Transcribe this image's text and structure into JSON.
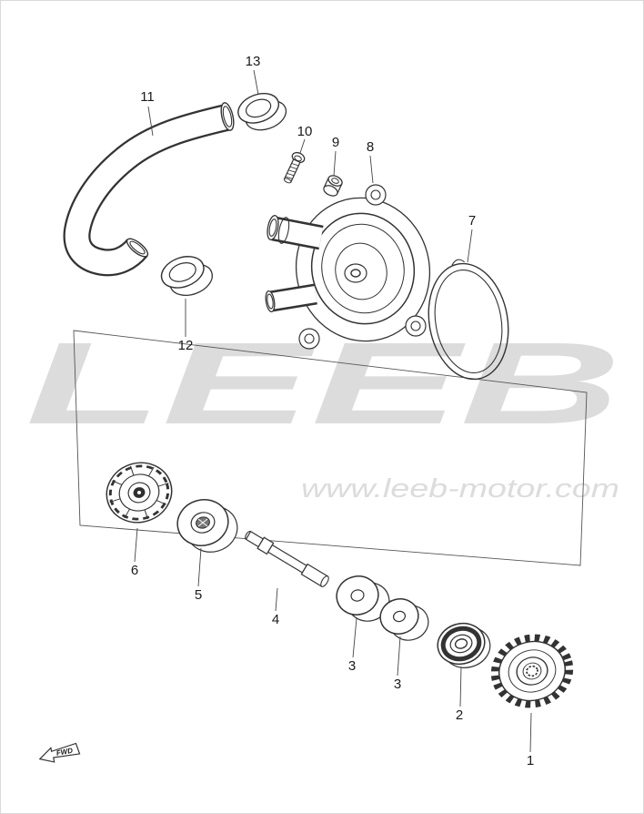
{
  "watermark": {
    "logo": "LEEB",
    "url": "www.leeb-motor.com"
  },
  "fwd": {
    "label": "FWD"
  },
  "colors": {
    "background": "#ffffff",
    "line": "#333333",
    "watermark": "#dcdcdc",
    "callout_text": "#1a1a1a"
  },
  "callouts": [
    {
      "label": "13"
    },
    {
      "label": "11"
    },
    {
      "label": "10"
    },
    {
      "label": "9"
    },
    {
      "label": "8"
    },
    {
      "label": "7"
    },
    {
      "label": "12"
    },
    {
      "label": "6"
    },
    {
      "label": "5"
    },
    {
      "label": "4"
    },
    {
      "label": "3"
    },
    {
      "label": "3"
    },
    {
      "label": "2"
    },
    {
      "label": "1"
    }
  ]
}
